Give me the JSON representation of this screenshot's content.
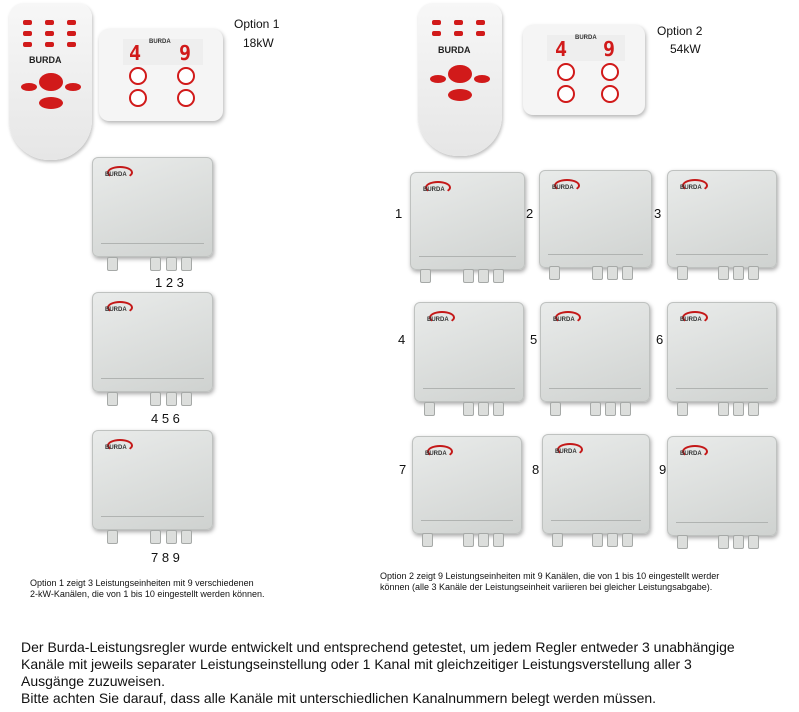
{
  "option1": {
    "title": "Option 1",
    "power": "18kW",
    "channel_groups": [
      "1 2 3",
      "4 5 6",
      "7 8 9"
    ],
    "caption": [
      "Option 1 zeigt 3 Leistungseinheiten mit 9 verschiedenen",
      "2-kW-Kanälen, die von 1 bis 10 eingestellt werden können."
    ],
    "display_left": "4",
    "display_right": "9"
  },
  "option2": {
    "title": "Option 2",
    "power": "54kW",
    "unit_numbers": [
      "1",
      "2",
      "3",
      "4",
      "5",
      "6",
      "7",
      "8",
      "9"
    ],
    "caption": [
      "Option 2 zeigt 9 Leistungseinheiten mit 9 Kanälen, die von 1 bis 10 eingestellt werder",
      "können (alle 3 Kanäle der Leistungseinheit variieren bei gleicher Leistungsabgabe)."
    ],
    "display_left": "4",
    "display_right": "9"
  },
  "brand": "BURDA",
  "description": [
    "Der Burda-Leistungsregler wurde entwickelt und entsprechend getestet, um jedem Regler entweder 3 unabhängige",
    "Kanäle mit jeweils separater Leistungseinstellung oder 1 Kanal mit gleichzeitiger Leistungsverstellung aller 3",
    "Ausgänge  zuzuweisen.",
    "Bitte achten Sie darauf, dass alle Kanäle mit unterschiedlichen Kanalnummern belegt werden müssen."
  ]
}
